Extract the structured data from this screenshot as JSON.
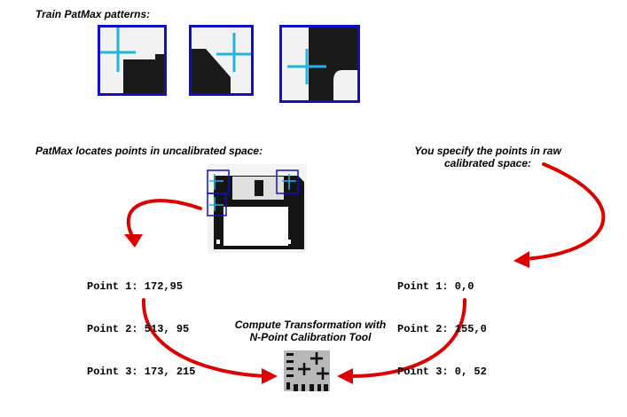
{
  "train_label": "Train PatMax patterns:",
  "locate_label": "PatMax locates points in uncalibrated space:",
  "specify_label_line1": "You specify the points in raw",
  "specify_label_line2": "calibrated space:",
  "compute_label_line1": "Compute Transformation with",
  "compute_label_line2": "N-Point Calibration Tool",
  "uncalibrated_points": [
    "Point 1: 172,95",
    "Point 2: 513, 95",
    "Point 3: 173, 215"
  ],
  "calibrated_points": [
    "Point 1: 0,0",
    "Point 2: 155,0",
    "Point 3: 0, 52"
  ],
  "icons": [
    "training-patch-icon",
    "floppy-disk-icon",
    "calibration-tool-icon",
    "crosshair-icon",
    "red-arrow-icon"
  ],
  "colors": {
    "patch_border": "#1010c0",
    "crosshair": "#22b4e0",
    "arrow": "#dd0000",
    "tool_background": "#b8b8b8"
  }
}
